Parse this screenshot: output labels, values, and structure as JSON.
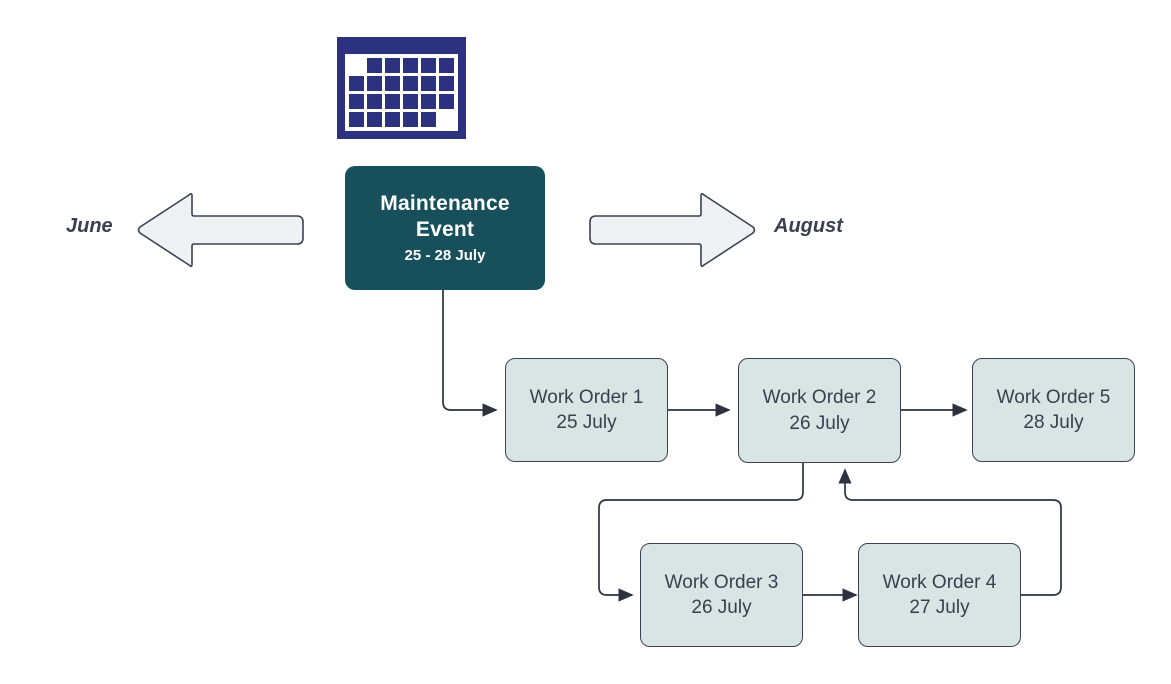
{
  "diagram": {
    "title_icon": "calendar-icon",
    "colors": {
      "event_fill": "#17505b",
      "event_text": "#ffffff",
      "workorder_fill": "#d9e5e5",
      "workorder_border": "#3b4352",
      "workorder_text": "#37404d",
      "arrow_fill": "#eff1f4",
      "arrow_border": "#3b4352",
      "calendar_navy": "#2c3280",
      "canvas_background": "#ffffff"
    }
  },
  "event": {
    "title_line1": "Maintenance",
    "title_line2": "Event",
    "date_range": "25 - 28 July"
  },
  "months": {
    "previous": "June",
    "next": "August"
  },
  "work_orders": [
    {
      "id": "wo1",
      "name": "Work Order 1",
      "date": "25 July"
    },
    {
      "id": "wo2",
      "name": "Work Order 2",
      "date": "26 July"
    },
    {
      "id": "wo5",
      "name": "Work Order 5",
      "date": "28 July"
    },
    {
      "id": "wo3",
      "name": "Work Order 3",
      "date": "26 July"
    },
    {
      "id": "wo4",
      "name": "Work Order 4",
      "date": "27 July"
    }
  ],
  "connections": [
    {
      "from": "Maintenance Event",
      "to": "Work Order 1"
    },
    {
      "from": "Work Order 1",
      "to": "Work Order 2"
    },
    {
      "from": "Work Order 2",
      "to": "Work Order 5"
    },
    {
      "from": "Work Order 2",
      "to": "Work Order 3"
    },
    {
      "from": "Work Order 3",
      "to": "Work Order 4"
    },
    {
      "from": "Work Order 4",
      "to": "Work Order 2"
    }
  ]
}
